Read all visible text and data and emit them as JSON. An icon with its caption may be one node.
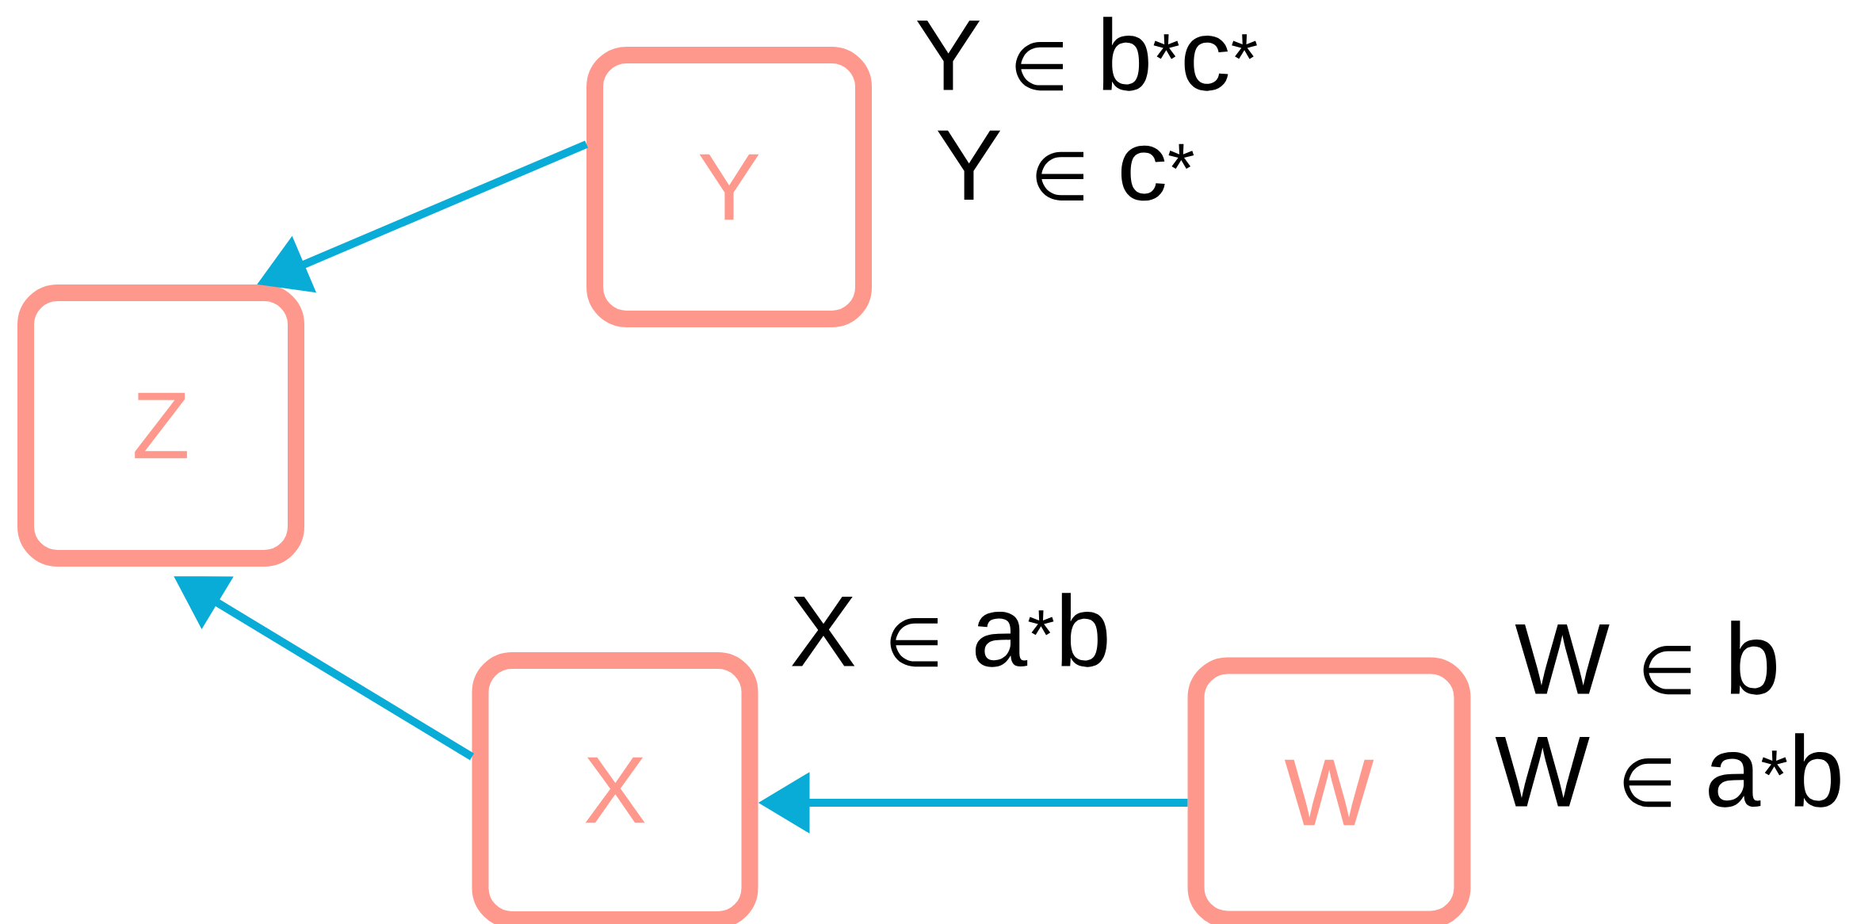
{
  "diagram": {
    "nodes": [
      {
        "text": [
          "Y"
        ],
        "beside": [
          "Y ∈ b$^{*}$c$^{*}$",
          "Y ∈ c$^{*}$"
        ]
      },
      {
        "text": [
          "Z"
        ]
      },
      {
        "text": [
          "X"
        ],
        "beside": [
          "X ∈ a$^{*}$b"
        ]
      },
      {
        "text": [
          "W"
        ],
        "beside": [
          "W ∈ b",
          "W ∈ a$^{*}$b"
        ]
      }
    ],
    "edges": [
      {
        "from": 0,
        "to": 1,
        "arrow": "to"
      },
      {
        "from": 2,
        "to": 1,
        "arrow": "to"
      },
      {
        "from": 3,
        "to": 2,
        "arrow": "to"
      }
    ]
  }
}
